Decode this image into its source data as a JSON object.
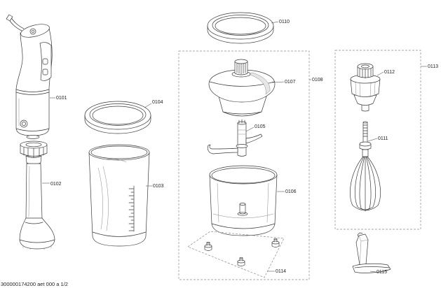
{
  "labels": {
    "part_0101": "0101",
    "part_0102": "0102",
    "part_0103": "0103",
    "part_0104": "0104",
    "part_0105": "0105",
    "part_0106": "0106",
    "part_0107": "0107",
    "part_0108": "0108",
    "part_0110": "0110",
    "part_0111": "0111",
    "part_0112": "0112",
    "part_0113": "0113",
    "part_0114": "0114",
    "part_0115": "0115"
  },
  "footer": {
    "document_code": "300000174200 aet 000 a 1/2"
  },
  "colors": {
    "line": "#3a3a3a",
    "frame": "#8a8a8a",
    "background": "#ffffff"
  }
}
